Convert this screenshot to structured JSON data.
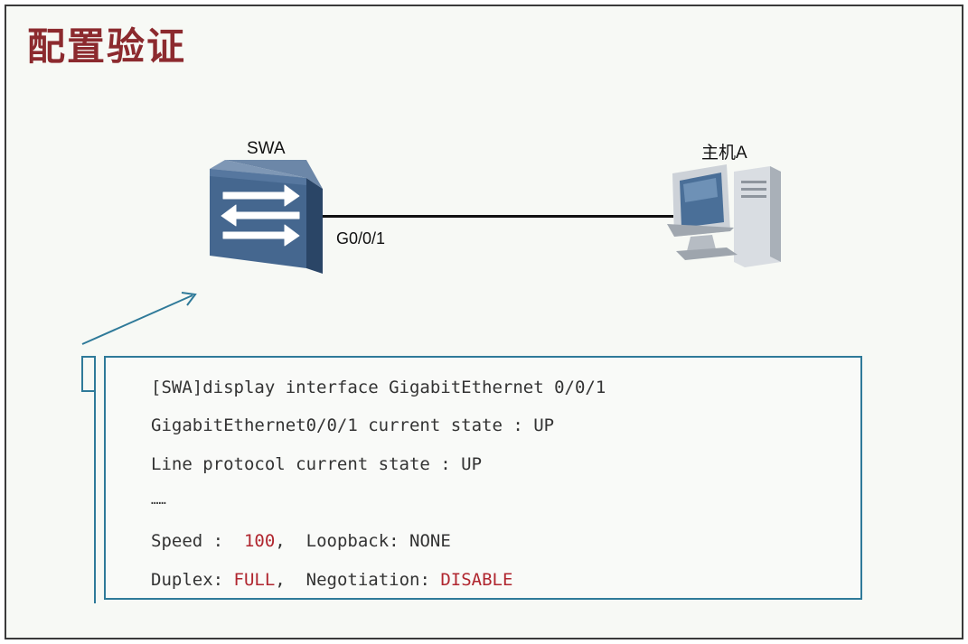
{
  "title": "配置验证",
  "topology": {
    "switch_label": "SWA",
    "host_label": "主机A",
    "port_label": "G0/0/1",
    "icons": [
      "switch-icon",
      "pc-icon"
    ]
  },
  "cli": {
    "command": "[SWA]display interface GigabitEthernet 0/0/1",
    "state_line": "GigabitEthernet0/0/1 current state : UP",
    "protocol_line": "Line protocol current state : UP",
    "ellipsis": "……",
    "speed_label": "Speed : ",
    "speed_value": "100",
    "speed_sep": ",",
    "loopback": "Loopback: NONE",
    "duplex_label": "Duplex: ",
    "duplex_value": "FULL",
    "duplex_sep": ",",
    "negotiation_label": "Negotiation: ",
    "negotiation_value": "DISABLE"
  },
  "colors": {
    "title": "#8c2a2e",
    "highlight": "#b0262f",
    "box_border": "#2f7a99",
    "switch_body": "#3e5f86"
  }
}
